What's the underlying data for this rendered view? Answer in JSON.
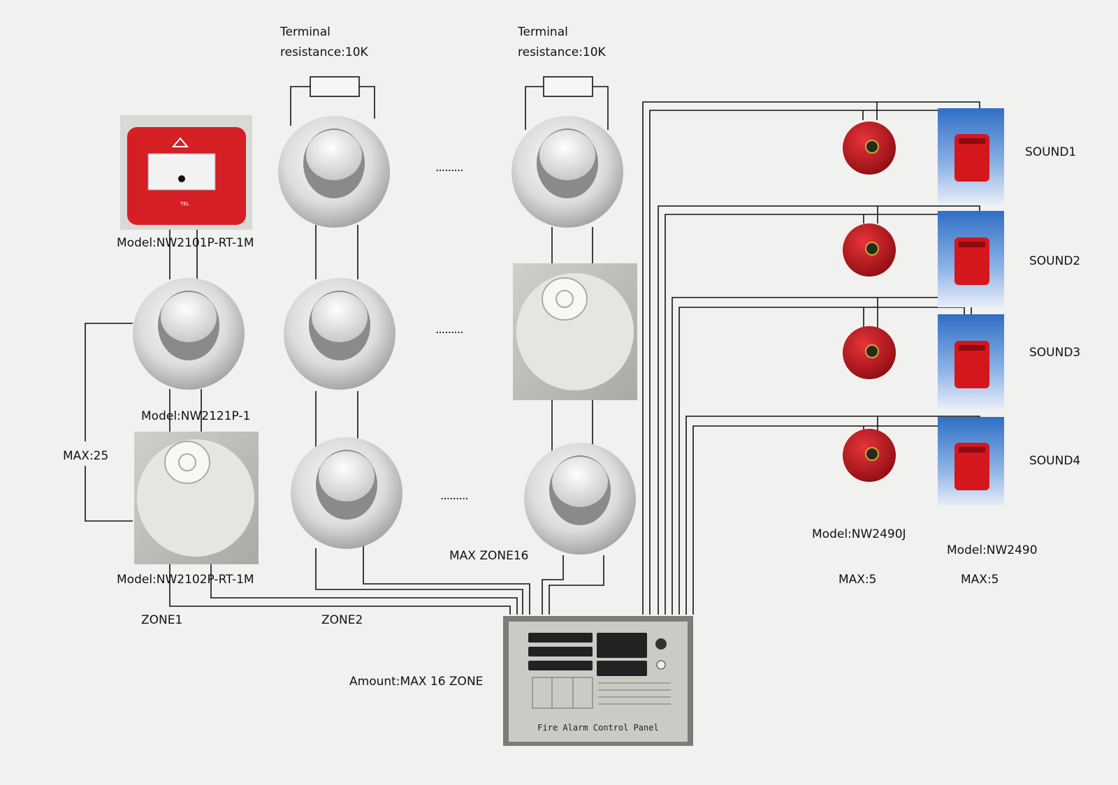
{
  "terminals": [
    {
      "line1": "Terminal",
      "line2": "resistance:10K"
    },
    {
      "line1": "Terminal",
      "line2": "resistance:10K"
    }
  ],
  "labels": {
    "model_manual_call_point": "Model:NW2101P-RT-1M",
    "model_smoke_detector": "Model:NW2121P-1",
    "model_heat_detector": "Model:NW2102P-RT-1M",
    "max_devices_per_zone": "MAX:25",
    "zone1": "ZONE1",
    "zone2": "ZONE2",
    "max_zone": "MAX ZONE16",
    "amount": "Amount:MAX 16 ZONE",
    "model_bell": "Model:NW2490J",
    "model_strobe": "Model:NW2490",
    "max_bell": "MAX:5",
    "max_strobe": "MAX:5"
  },
  "ellipsis": [
    ".........",
    ".........",
    "........."
  ],
  "sounds": [
    "SOUND1",
    "SOUND2",
    "SOUND3",
    "SOUND4"
  ],
  "panel": {
    "caption": "Fire Alarm Control Panel",
    "call_point_tel": "TEL"
  },
  "colors": {
    "wire": "#111111",
    "device_red": "#c8161d",
    "detector_white": "#e4e4e4",
    "strobe_bg": "#6f9fd8",
    "panel_face": "#c9ccc4"
  }
}
